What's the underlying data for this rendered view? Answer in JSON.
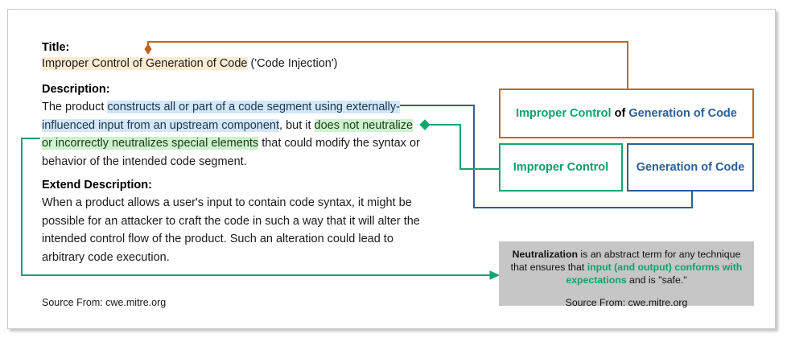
{
  "labels": {
    "title": "Title:",
    "description": "Description:",
    "extend_description": "Extend Description:"
  },
  "title": {
    "highlighted": "Improper Control of Generation of Code",
    "rest": " ('Code Injection')"
  },
  "description": {
    "seg1_plain": "The product ",
    "seg2_blue": "constructs all or part of a code segment using externally-influenced input from an upstream component",
    "seg3_plain": ", but it ",
    "seg4_green": "does not neutralize or incorrectly neutralizes special elements",
    "seg5_plain": " that could modify the syntax or behavior of the intended code segment."
  },
  "extend_description": {
    "text": "When a product allows a user's input to contain code syntax, it might be possible for an attacker to craft the code in such a way that it will alter the intended control flow of the product. Such an alteration could lead to arbitrary code execution."
  },
  "source_left": "Source From: cwe.mitre.org",
  "nodes": {
    "top": {
      "part_green": "Improper Control",
      "part_black": " of ",
      "part_blue": "Generation of Code"
    },
    "left": {
      "label": "Improper Control"
    },
    "right": {
      "label": "Generation of Code"
    }
  },
  "note": {
    "bold_term": "Neutralization",
    "text_before": " is an abstract term for any technique that ensures that ",
    "green_text": "input (and output) conforms with expectations",
    "text_after": " and is \"safe.\"",
    "source": "Source From: cwe.mitre.org"
  },
  "colors": {
    "orange_border": "#c1651a",
    "green_border": "#16a571",
    "blue_border": "#2a6099",
    "green_text": "#10a06a",
    "blue_text": "#2a6099",
    "title_highlight": "#fdebd2",
    "blue_highlight": "#d4e7f8",
    "green_highlight": "#cdf2cd",
    "note_background": "#c6c6c6"
  }
}
